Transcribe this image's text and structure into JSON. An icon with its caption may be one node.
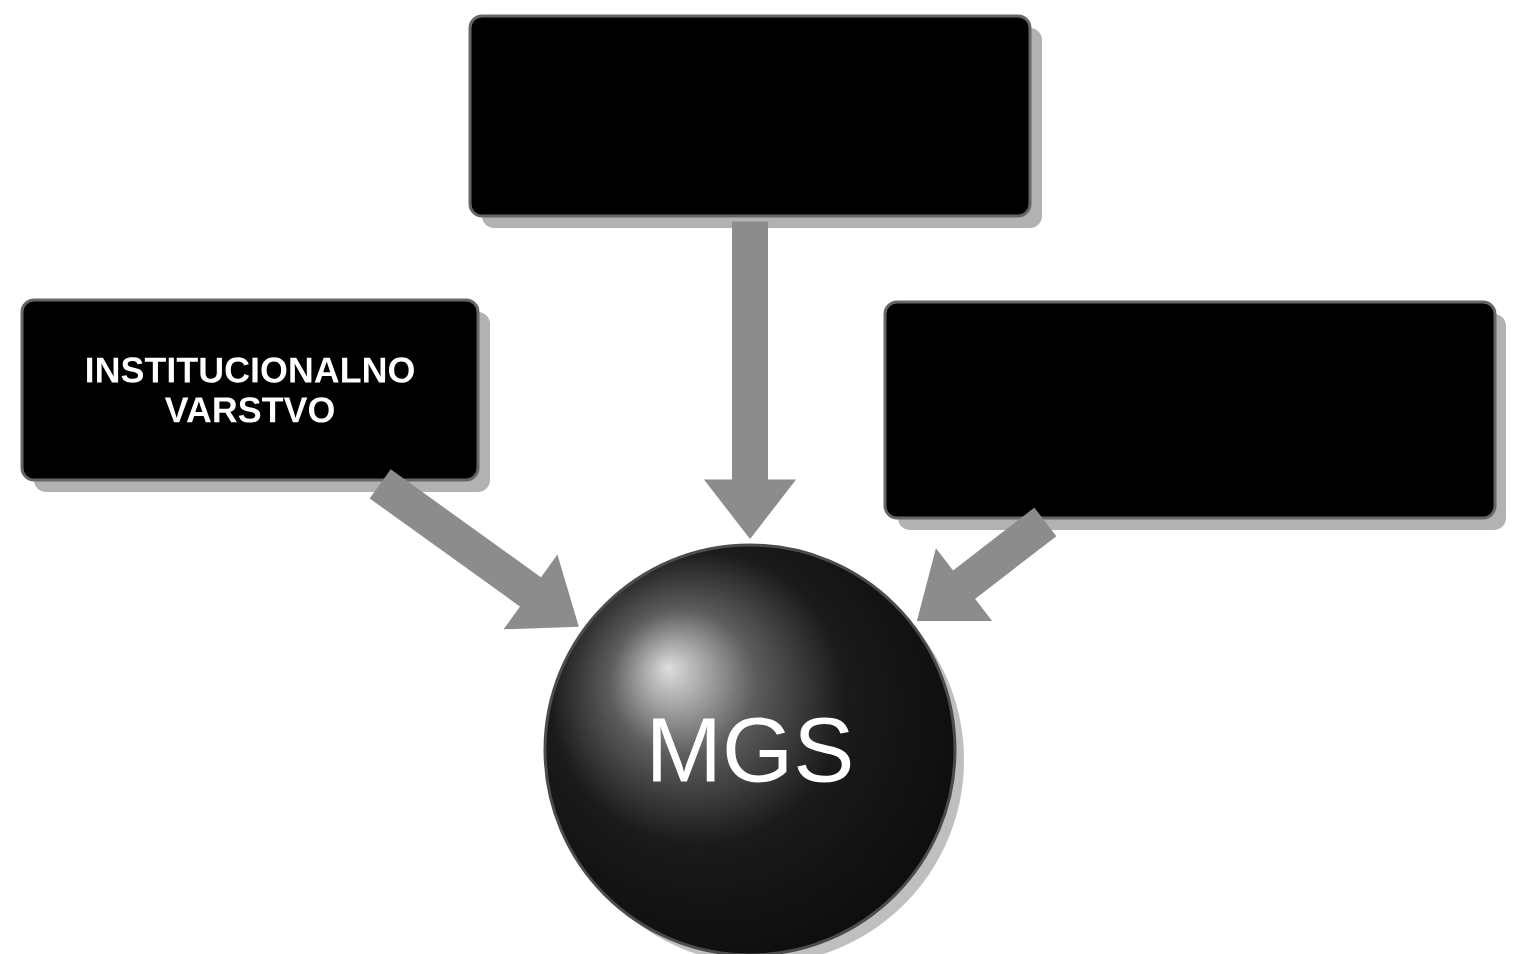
{
  "diagram": {
    "nodes": [
      {
        "text": [],
        "shape": "box"
      },
      {
        "text": [
          "INSTITUCIONALNO VARSTVO"
        ]
      },
      {
        "text": [],
        "shape": "box"
      },
      {
        "text": [
          "MGS"
        ]
      }
    ],
    "edges": [
      {
        "from": 0,
        "to": 3,
        "arrow": "to"
      },
      {
        "from": 1,
        "to": 3,
        "arrow": "to"
      },
      {
        "from": 2,
        "to": 3,
        "arrow": "to"
      }
    ]
  }
}
